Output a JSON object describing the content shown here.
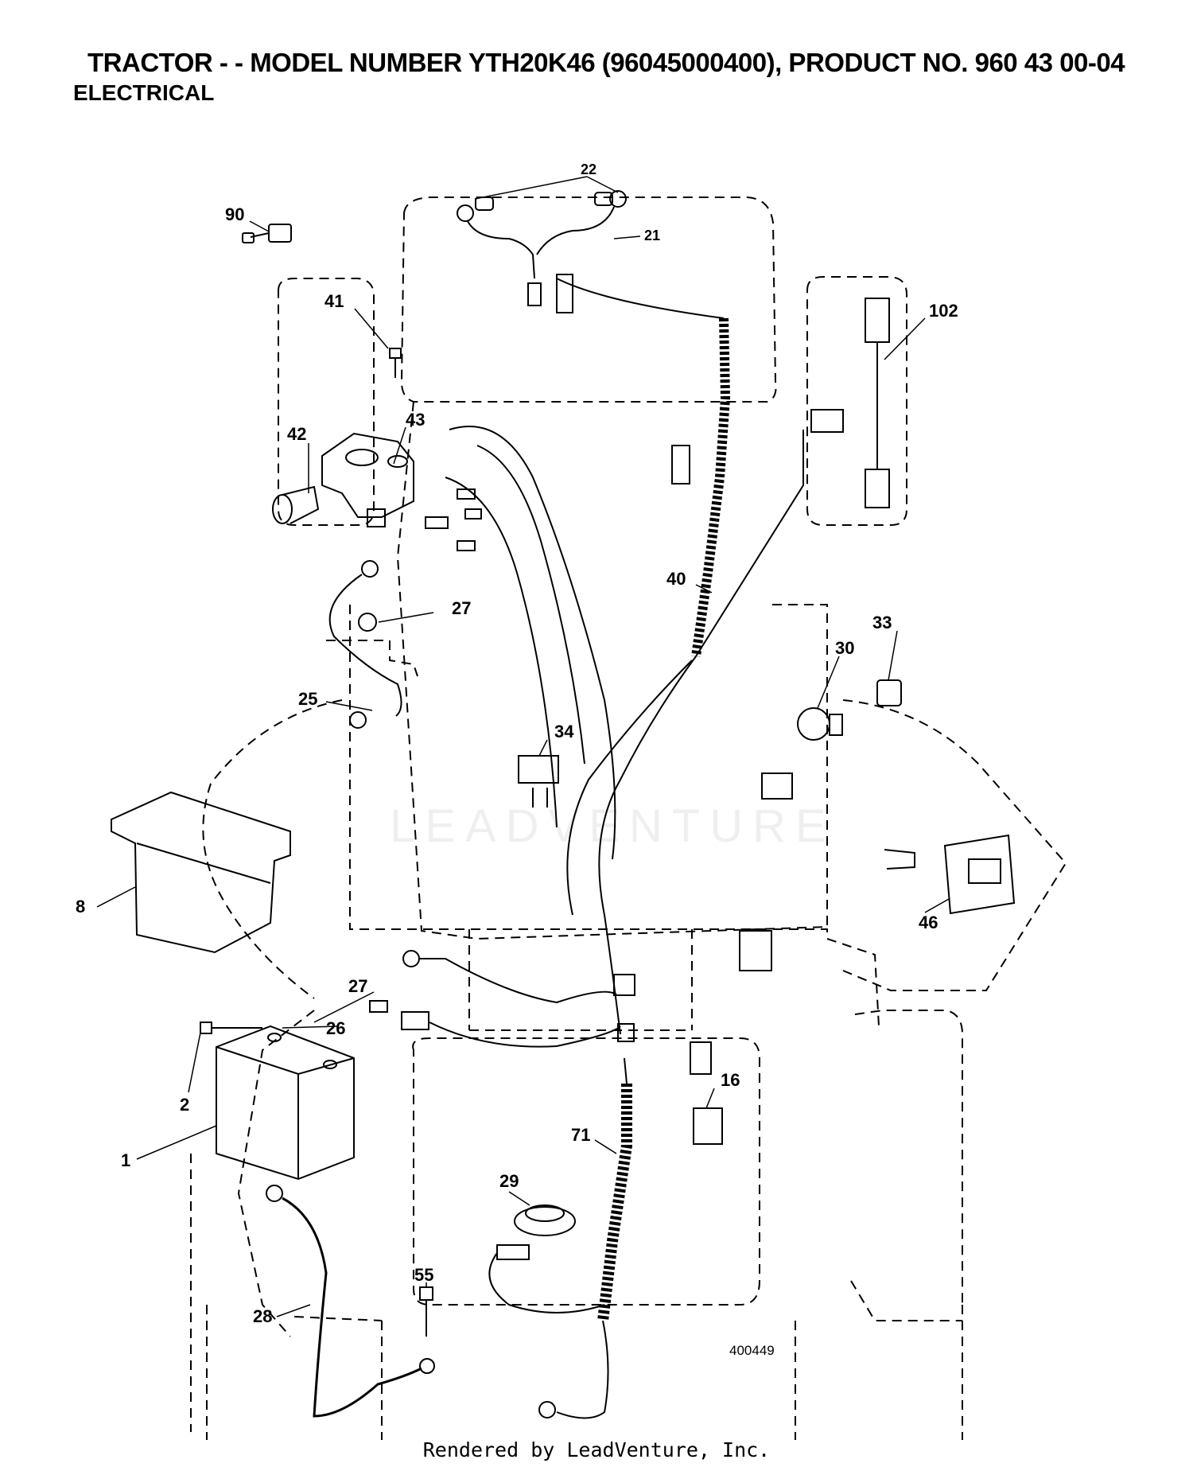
{
  "header": {
    "title": "TRACTOR - - MODEL NUMBER YTH20K46 (96045000400), PRODUCT NO. 960 43 00-04",
    "subtitle": "ELECTRICAL"
  },
  "diagram": {
    "callouts": [
      "90",
      "22",
      "21",
      "41",
      "102",
      "43",
      "42",
      "40",
      "27",
      "33",
      "30",
      "25",
      "34",
      "8",
      "46",
      "27",
      "26",
      "2",
      "16",
      "1",
      "71",
      "29",
      "55",
      "28"
    ],
    "drawing_number": "400449",
    "watermark": "LEADVENTURE"
  },
  "footer": {
    "credit": "Rendered by LeadVenture, Inc."
  }
}
